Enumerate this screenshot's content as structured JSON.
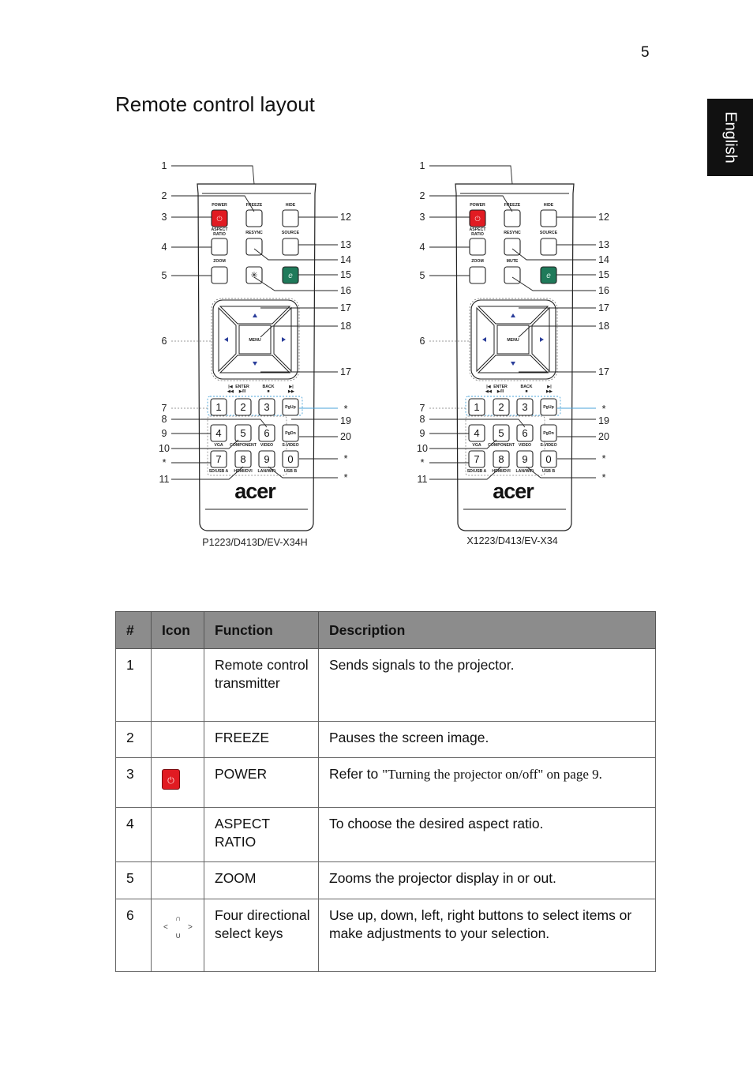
{
  "page": {
    "number": "5",
    "language_tab": "English",
    "title": "Remote control layout"
  },
  "figure": {
    "models": [
      "P1223/D413D/EV-X34H",
      "X1223/D413/EV-X34"
    ],
    "brand": "acer",
    "button_labels": {
      "power": "POWER",
      "freeze": "FREEZE",
      "hide": "HIDE",
      "aspect_ratio_line1": "ASPECT",
      "aspect_ratio_line2": "RATIO",
      "resync": "RESYNC",
      "source": "SOURCE",
      "zoom": "ZOOM",
      "mute": "MUTE",
      "menu": "MENU",
      "enter": "ENTER",
      "back": "BACK",
      "pgup": "PgUp",
      "pgdn": "PgDn",
      "vga": "VGA",
      "component": "COMPONENT",
      "video": "VIDEO",
      "svideo": "S-VIDEO",
      "sdusb": "SD/USB A",
      "hdmi": "HDMI/DVI",
      "lanwifi": "LAN/WiFi",
      "usbb": "USB B"
    },
    "keypad": [
      "1",
      "2",
      "3",
      "4",
      "5",
      "6",
      "7",
      "8",
      "9",
      "0"
    ],
    "callouts_left": [
      "1",
      "2",
      "3",
      "4",
      "5",
      "6",
      "7",
      "8",
      "9",
      "10",
      "*",
      "11"
    ],
    "callouts_right": [
      "12",
      "13",
      "14",
      "15",
      "16",
      "17",
      "18",
      "17",
      "*",
      "19",
      "20",
      "*",
      "*"
    ]
  },
  "table": {
    "headers": [
      "#",
      "Icon",
      "Function",
      "Description"
    ],
    "rows": [
      {
        "num": "1",
        "icon": "",
        "function": "Remote control transmitter",
        "description": "Sends signals to the projector."
      },
      {
        "num": "2",
        "icon": "",
        "function": "FREEZE",
        "description": "Pauses the screen image."
      },
      {
        "num": "3",
        "icon": "power-icon",
        "function": "POWER",
        "description_prefix": "Refer to ",
        "description_ref": "\"Turning the projector on/off\" on page 9."
      },
      {
        "num": "4",
        "icon": "",
        "function": "ASPECT RATIO",
        "description": "To choose the desired aspect ratio."
      },
      {
        "num": "5",
        "icon": "",
        "function": "ZOOM",
        "description": "Zooms the projector display in or out."
      },
      {
        "num": "6",
        "icon": "directional-keys-icon",
        "function": "Four directional select keys",
        "description": "Use up, down, left, right buttons to select items or make adjustments to your selection."
      }
    ]
  },
  "colors": {
    "power_red": "#e11b22",
    "e_green": "#1f7a5a",
    "header_gray": "#8c8c8c",
    "keypad_blue": "#4aa3d8"
  }
}
